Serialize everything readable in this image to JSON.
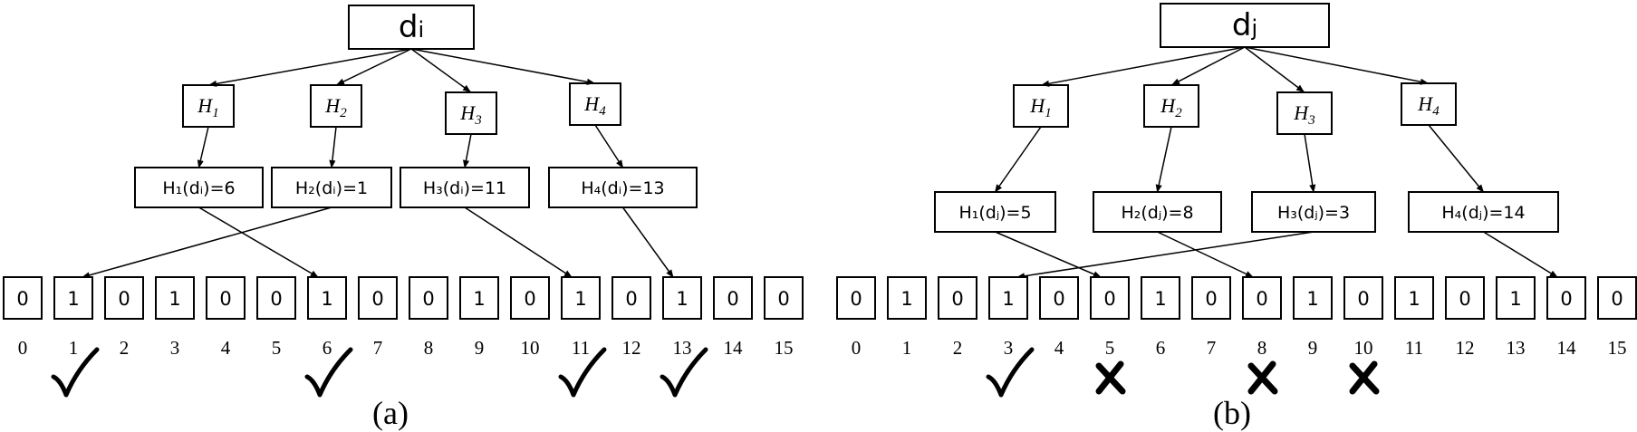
{
  "colors": {
    "stroke": "#000000",
    "background": "#ffffff"
  },
  "panels": [
    {
      "id": "a",
      "caption": "(a)",
      "doc_label": "d",
      "doc_sub": "i",
      "hash_functions": [
        {
          "label": "H",
          "sub": "1",
          "text": "H₁(dᵢ)=6",
          "value": 6
        },
        {
          "label": "H",
          "sub": "2",
          "text": "H₂(dᵢ)=1",
          "value": 1
        },
        {
          "label": "H",
          "sub": "3",
          "text": "H₃(dᵢ)=11",
          "value": 11
        },
        {
          "label": "H",
          "sub": "4",
          "text": "H₄(dᵢ)=13",
          "value": 13
        }
      ],
      "bits": [
        "0",
        "1",
        "0",
        "1",
        "0",
        "0",
        "1",
        "0",
        "0",
        "1",
        "0",
        "1",
        "0",
        "1",
        "0",
        "0"
      ],
      "indices": [
        "0",
        "1",
        "2",
        "3",
        "4",
        "5",
        "6",
        "7",
        "8",
        "9",
        "10",
        "11",
        "12",
        "13",
        "14",
        "15"
      ],
      "marks": [
        {
          "index": 1,
          "icon": "check-icon"
        },
        {
          "index": 6,
          "icon": "check-icon"
        },
        {
          "index": 11,
          "icon": "check-icon"
        },
        {
          "index": 13,
          "icon": "check-icon"
        }
      ]
    },
    {
      "id": "b",
      "caption": "(b)",
      "doc_label": "d",
      "doc_sub": "j",
      "hash_functions": [
        {
          "label": "H",
          "sub": "1",
          "text": "H₁(dⱼ)=5",
          "value": 5
        },
        {
          "label": "H",
          "sub": "2",
          "text": "H₂(dⱼ)=8",
          "value": 8
        },
        {
          "label": "H",
          "sub": "3",
          "text": "H₃(dⱼ)=3",
          "value": 3
        },
        {
          "label": "H",
          "sub": "4",
          "text": "H₄(dⱼ)=14",
          "value": 14
        }
      ],
      "bits": [
        "0",
        "1",
        "0",
        "1",
        "0",
        "0",
        "1",
        "0",
        "0",
        "1",
        "0",
        "1",
        "0",
        "1",
        "0",
        "0"
      ],
      "indices": [
        "0",
        "1",
        "2",
        "3",
        "4",
        "5",
        "6",
        "7",
        "8",
        "9",
        "10",
        "11",
        "12",
        "13",
        "14",
        "15"
      ],
      "marks": [
        {
          "index": 3,
          "icon": "check-icon"
        },
        {
          "index": 5,
          "icon": "cross-icon"
        },
        {
          "index": 8,
          "icon": "cross-icon"
        },
        {
          "index": 10,
          "icon": "cross-icon"
        }
      ]
    }
  ]
}
